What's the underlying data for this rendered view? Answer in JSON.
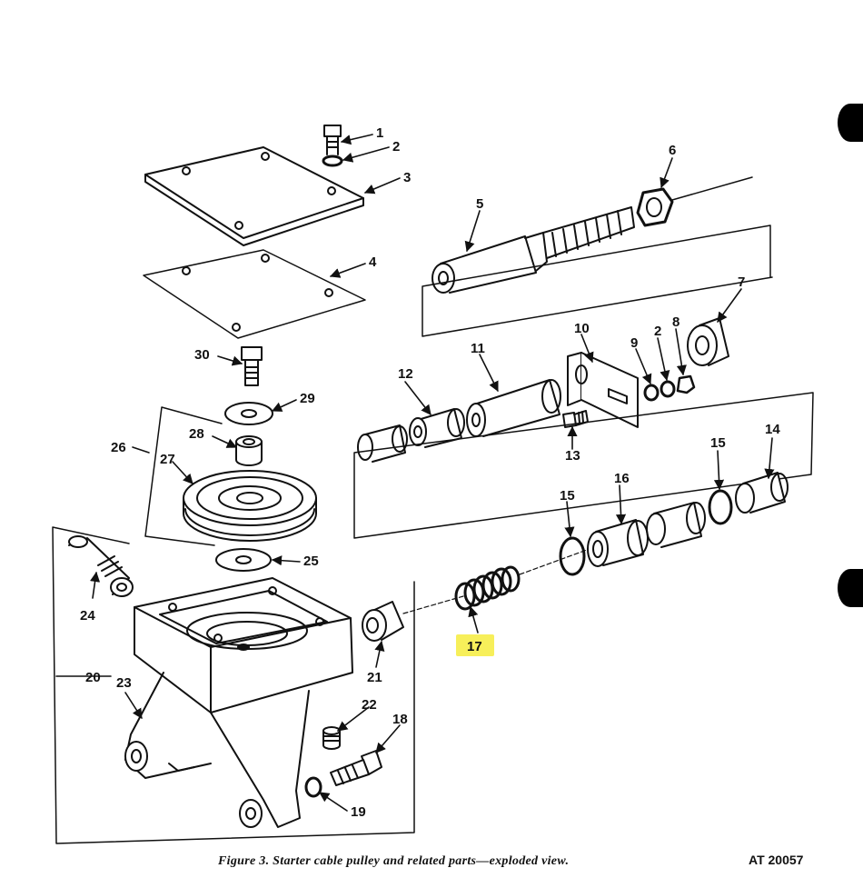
{
  "figure": {
    "caption": "Figure 3.  Starter cable pulley and related parts—exploded view.",
    "figure_number": "AT 20057"
  },
  "callouts": [
    {
      "id": "c1",
      "text": "1"
    },
    {
      "id": "c2a",
      "text": "2"
    },
    {
      "id": "c3",
      "text": "3"
    },
    {
      "id": "c4",
      "text": "4"
    },
    {
      "id": "c5",
      "text": "5"
    },
    {
      "id": "c6",
      "text": "6"
    },
    {
      "id": "c7",
      "text": "7"
    },
    {
      "id": "c8",
      "text": "8"
    },
    {
      "id": "c9",
      "text": "9"
    },
    {
      "id": "c2b",
      "text": "2"
    },
    {
      "id": "c10",
      "text": "10"
    },
    {
      "id": "c11",
      "text": "11"
    },
    {
      "id": "c12",
      "text": "12"
    },
    {
      "id": "c13",
      "text": "13"
    },
    {
      "id": "c14",
      "text": "14"
    },
    {
      "id": "c15a",
      "text": "15"
    },
    {
      "id": "c15b",
      "text": "15"
    },
    {
      "id": "c16",
      "text": "16"
    },
    {
      "id": "c17",
      "text": "17"
    },
    {
      "id": "c18",
      "text": "18"
    },
    {
      "id": "c19",
      "text": "19"
    },
    {
      "id": "c20",
      "text": "20"
    },
    {
      "id": "c21",
      "text": "21"
    },
    {
      "id": "c22",
      "text": "22"
    },
    {
      "id": "c23",
      "text": "23"
    },
    {
      "id": "c24",
      "text": "24"
    },
    {
      "id": "c25",
      "text": "25"
    },
    {
      "id": "c26",
      "text": "26"
    },
    {
      "id": "c27",
      "text": "27"
    },
    {
      "id": "c28",
      "text": "28"
    },
    {
      "id": "c29",
      "text": "29"
    },
    {
      "id": "c30",
      "text": "30"
    }
  ],
  "highlight": {
    "color": "#f7ef5a",
    "callout": "17"
  },
  "colors": {
    "ink": "#111111",
    "paper": "#ffffff"
  }
}
